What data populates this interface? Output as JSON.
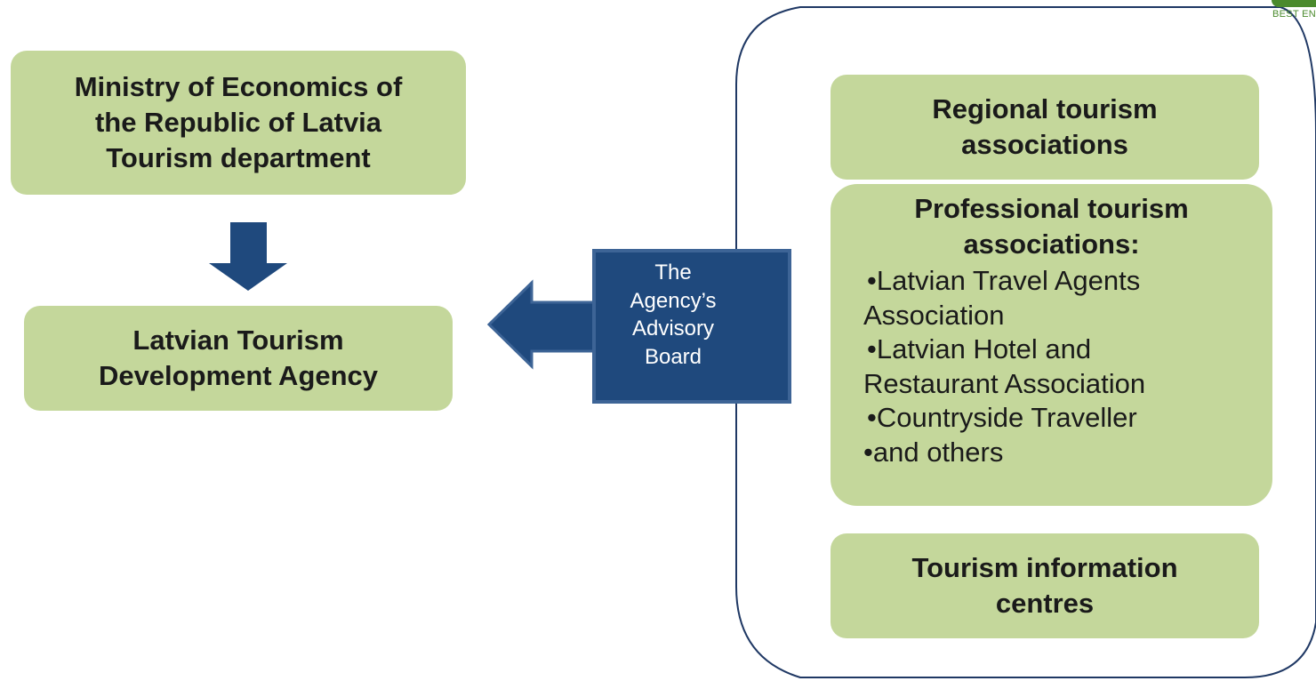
{
  "nodes": {
    "ministry": {
      "lines": [
        "Ministry of Economics of",
        "the Republic of Latvia",
        "Tourism department"
      ]
    },
    "ltda": {
      "lines": [
        "Latvian Tourism",
        "Development Agency"
      ]
    },
    "advisory": {
      "lines": [
        "The",
        "Agency’s",
        "Advisory",
        "Board"
      ]
    },
    "regional": {
      "lines": [
        "Regional tourism",
        "associations"
      ]
    },
    "professional": {
      "heading": [
        "Professional tourism",
        "associations:"
      ],
      "items": [
        [
          "•Latvian Travel Agents",
          "Association"
        ],
        [
          "•Latvian Hotel and",
          "Restaurant Association"
        ],
        [
          "•Countryside Traveller"
        ],
        [
          "•and others"
        ]
      ]
    },
    "tic": {
      "lines": [
        "Tourism information",
        "centres"
      ]
    }
  },
  "logo": {
    "text": "BEST EN"
  },
  "colors": {
    "box_fill": "#c4d79b",
    "arrow_fill": "#1f497d",
    "group_border": "#1f3864"
  }
}
